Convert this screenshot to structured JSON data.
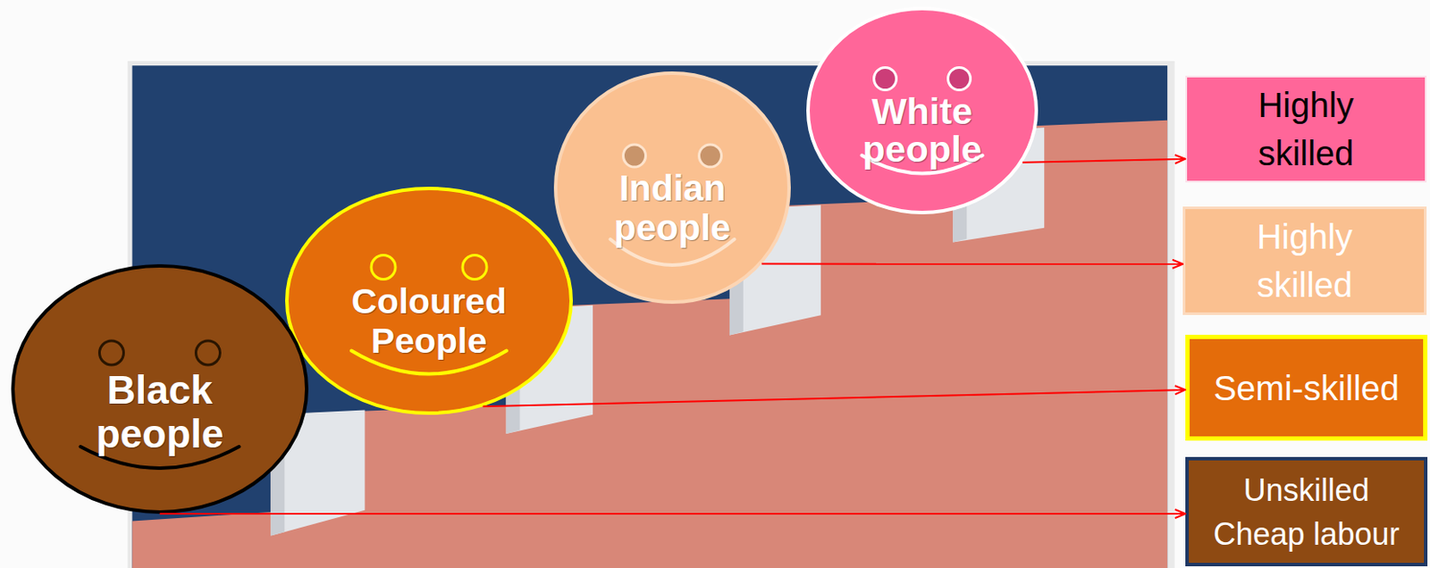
{
  "diagram": {
    "nodes": [
      {
        "text": [
          "Black people"
        ]
      },
      {
        "text": [
          "Coloured People"
        ]
      },
      {
        "text": [
          "Indian people"
        ]
      },
      {
        "text": [
          "White people"
        ]
      },
      {
        "text": [
          "Highly skilled"
        ]
      },
      {
        "text": [
          "Highly skilled"
        ]
      },
      {
        "text": [
          "Semi-skilled"
        ]
      },
      {
        "text": [
          "Unskilled Cheap labour"
        ]
      }
    ],
    "edges": [
      {
        "from": 3,
        "to": 4,
        "arrow": "to"
      },
      {
        "from": 2,
        "to": 5,
        "arrow": "to"
      },
      {
        "from": 1,
        "to": 6,
        "arrow": "to"
      },
      {
        "from": 0,
        "to": 7,
        "arrow": "to"
      }
    ]
  }
}
